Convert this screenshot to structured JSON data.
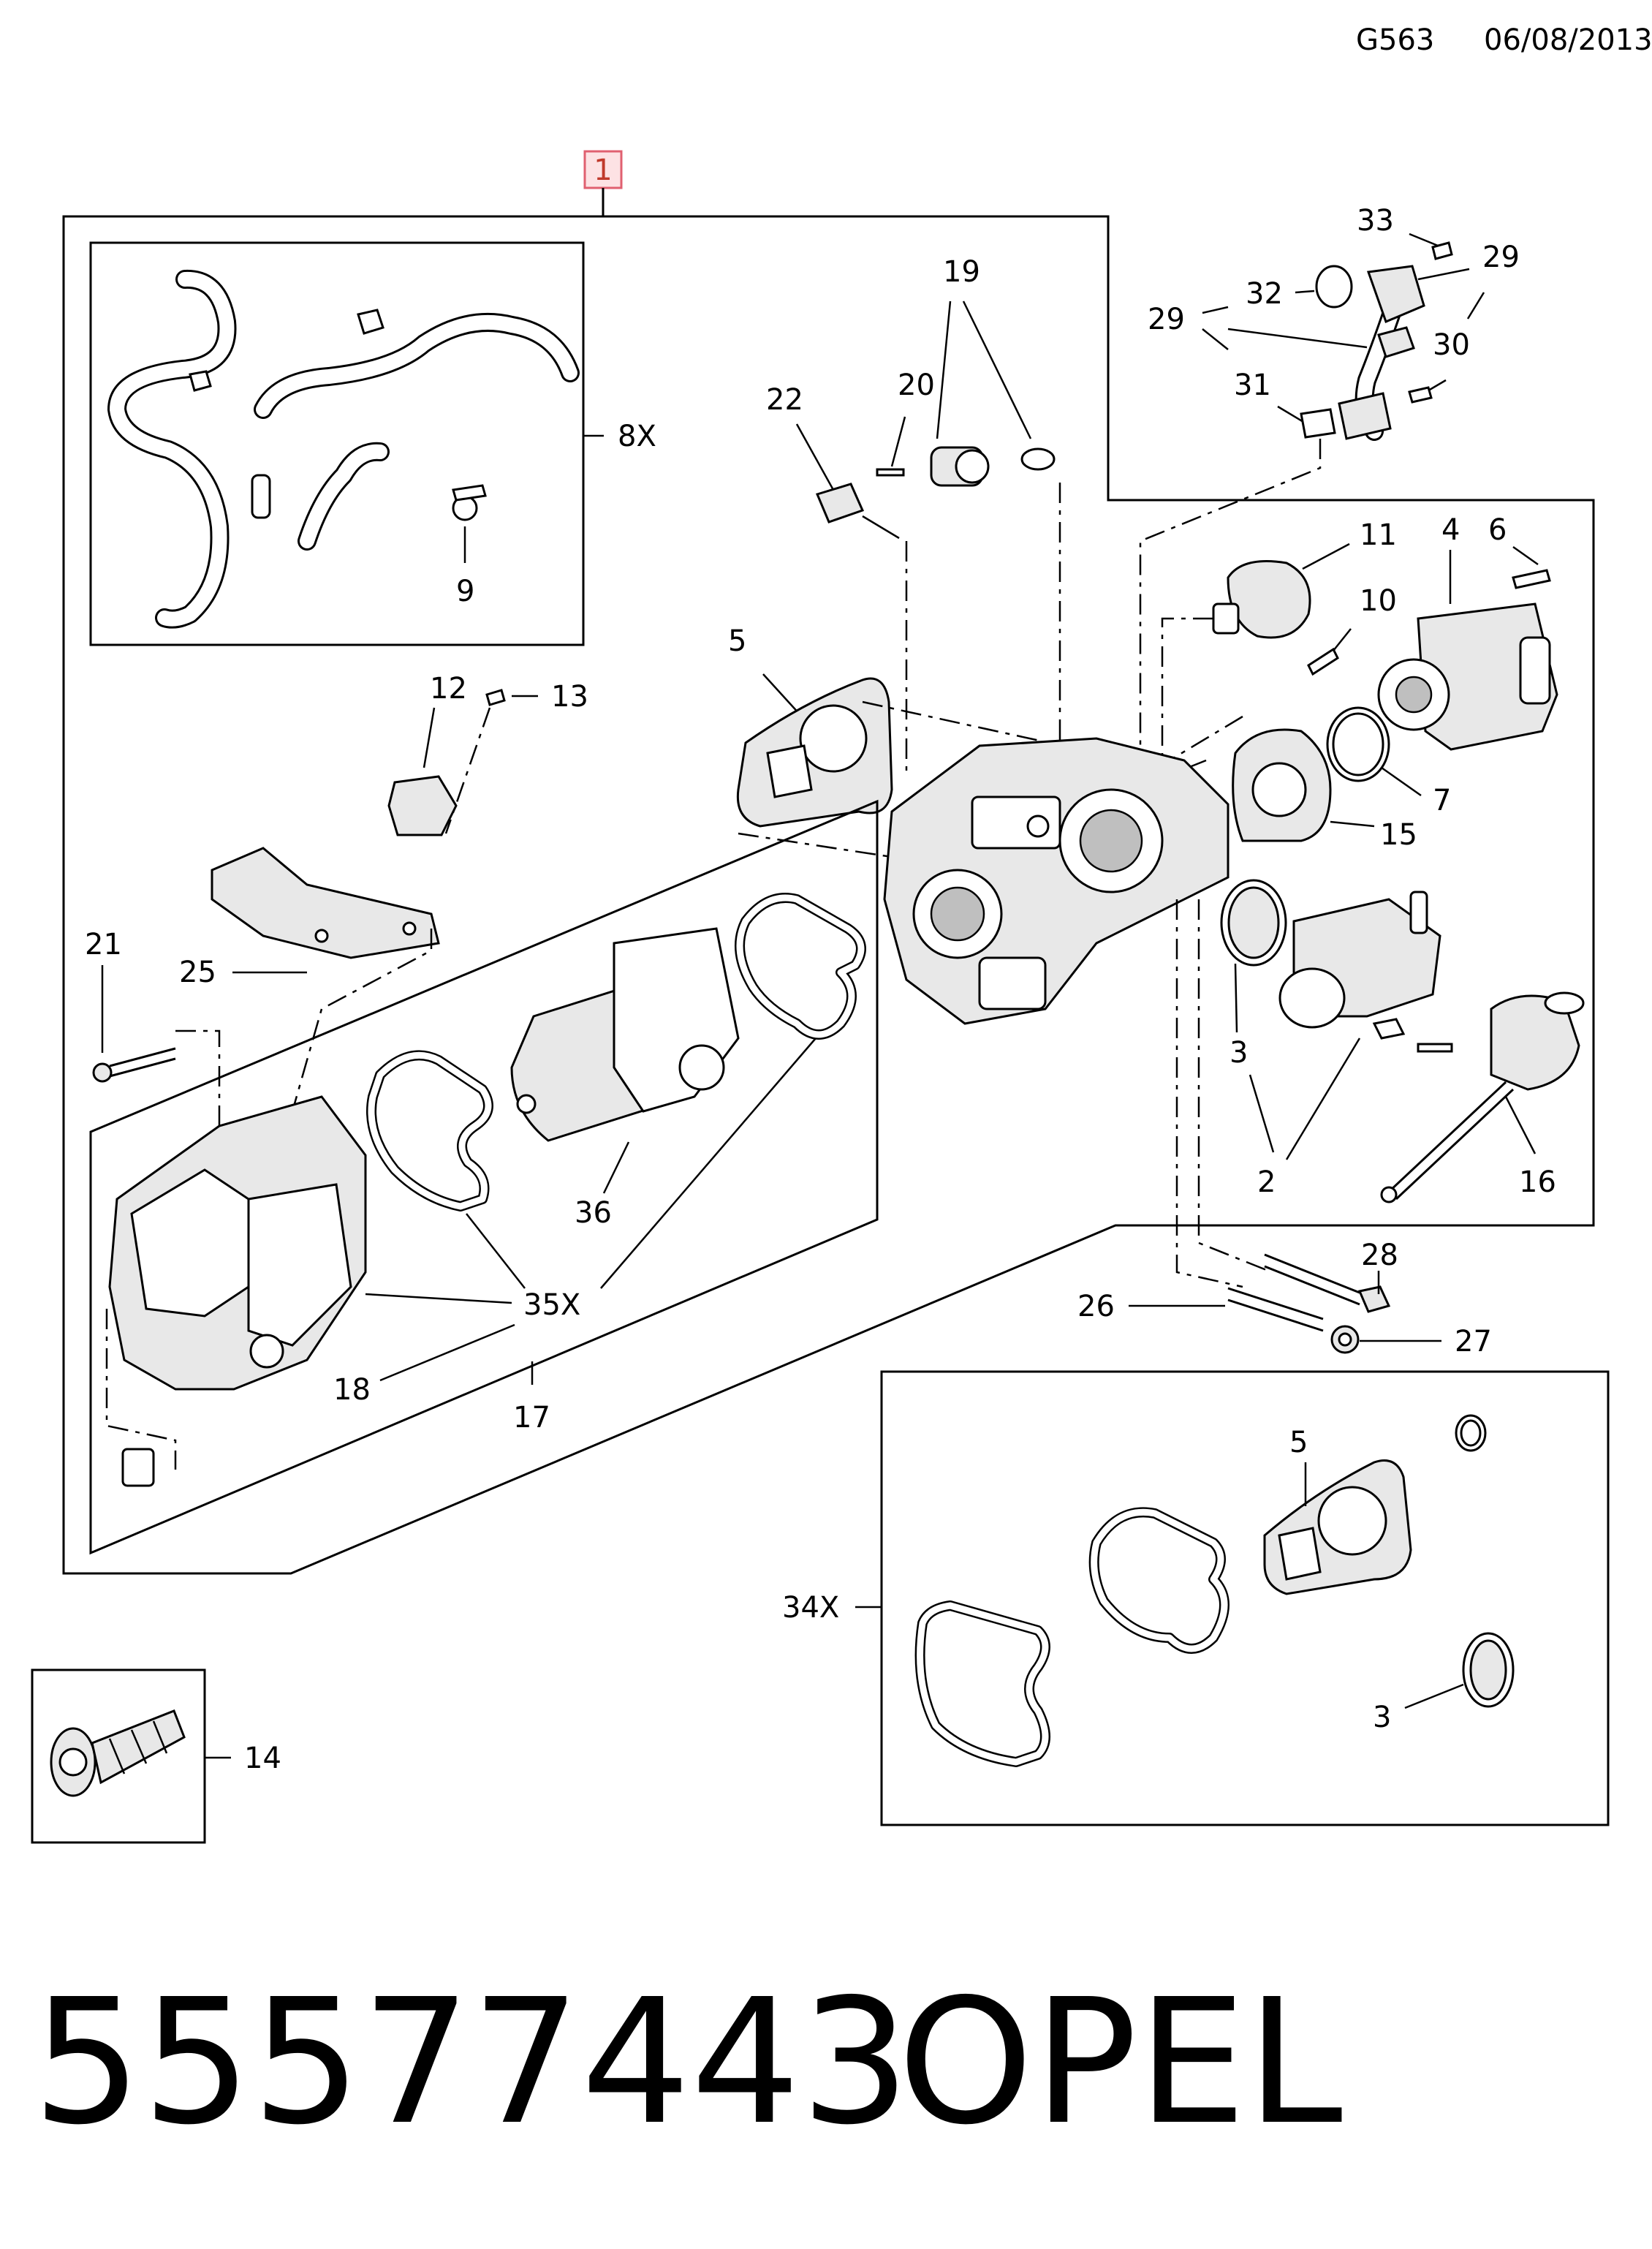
{
  "header": {
    "code": "G563",
    "date": "06/08/2013"
  },
  "main_callout": "1",
  "callouts": {
    "c33": "33",
    "c29a": "29",
    "c29b": "29",
    "c32": "32",
    "c30": "30",
    "c31": "31",
    "c19": "19",
    "c20": "20",
    "c22": "22",
    "c8x": "8X",
    "c9": "9",
    "c11": "11",
    "c4": "4",
    "c6": "6",
    "c10": "10",
    "c5a": "5",
    "c7": "7",
    "c15": "15",
    "c12": "12",
    "c13": "13",
    "c21": "21",
    "c25": "25",
    "c3a": "3",
    "c2": "2",
    "c16": "16",
    "c36": "36",
    "c35x": "35X",
    "c18": "18",
    "c17": "17",
    "c28": "28",
    "c26": "26",
    "c27": "27",
    "c5b": "5",
    "c34x": "34X",
    "c3b": "3",
    "c14": "14"
  },
  "footer": {
    "part_number": "55577443",
    "brand": "OPEL"
  }
}
